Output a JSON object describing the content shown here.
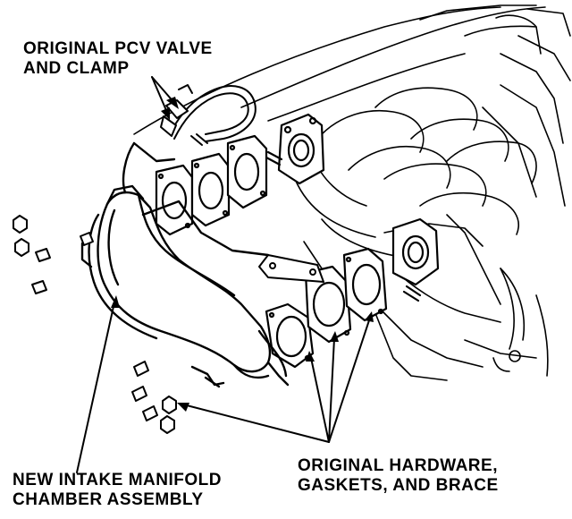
{
  "labels": {
    "pcv": {
      "line1": "ORIGINAL PCV VALVE",
      "line2": "AND CLAMP"
    },
    "new_chamber": {
      "line1": "NEW INTAKE MANIFOLD",
      "line2": "CHAMBER ASSEMBLY"
    },
    "original_hw": {
      "line1": "ORIGINAL HARDWARE,",
      "line2": "GASKETS, AND BRACE"
    }
  },
  "colors": {
    "ink": "#000000",
    "paper": "#ffffff"
  }
}
